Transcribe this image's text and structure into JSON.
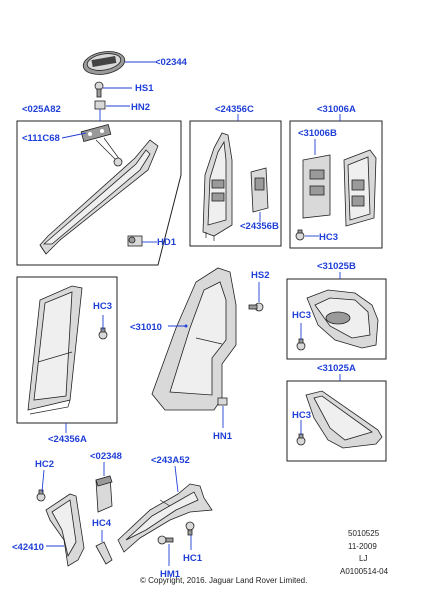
{
  "colors": {
    "label": "#1f3fd6",
    "outline": "#222222",
    "part_fill": "#d9d9d9"
  },
  "labels": {
    "p02344": "<02344",
    "hs1": "HS1",
    "hn2": "HN2",
    "p025a82": "<025A82",
    "p111c68": "<111C68",
    "hd1": "HD1",
    "p24356c": "<24356C",
    "p24356b": "<24356B",
    "p31006a": "<31006A",
    "p31006b": "<31006B",
    "hc3_top": "HC3",
    "hs2": "HS2",
    "p31010": "<31010",
    "hn1": "HN1",
    "p31025b": "<31025B",
    "hc3_b": "HC3",
    "p31025a": "<31025A",
    "hc3_a": "HC3",
    "hc3_left": "HC3",
    "p24356a": "<24356A",
    "hc2": "HC2",
    "p02348": "<02348",
    "p243a52": "<243A52",
    "hc4": "HC4",
    "p42410": "<42410",
    "hc1": "HC1",
    "hm1": "HM1"
  },
  "footer": {
    "code": "5010525",
    "date": "11-2009",
    "mark": "LJ",
    "ref": "A0100514-04",
    "copyright": "© Copyright, 2016. Jaguar Land Rover Limited."
  }
}
